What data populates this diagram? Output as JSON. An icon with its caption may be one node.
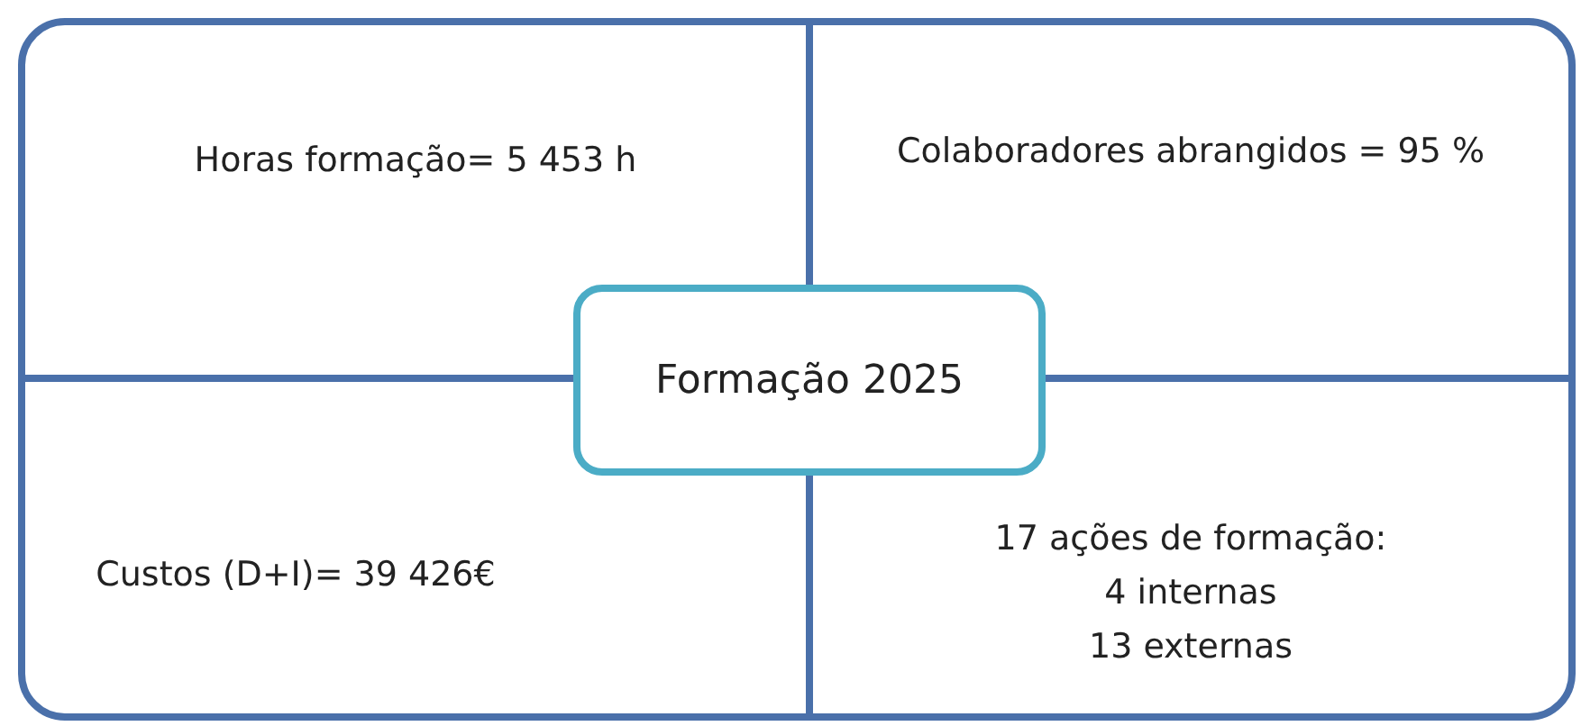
{
  "diagram": {
    "nodes": [
      {
        "text": [
          "Horas formação= 5 453 h"
        ]
      },
      {
        "text": [
          "Colaboradores abrangidos = 95 %"
        ]
      },
      {
        "text": [
          "Formação 2025"
        ]
      },
      {
        "text": [
          "Custos (D+I)= 39 426€"
        ]
      },
      {
        "text": [
          "17 ações de formação:",
          "4 internas",
          "13 externas"
        ]
      }
    ]
  }
}
